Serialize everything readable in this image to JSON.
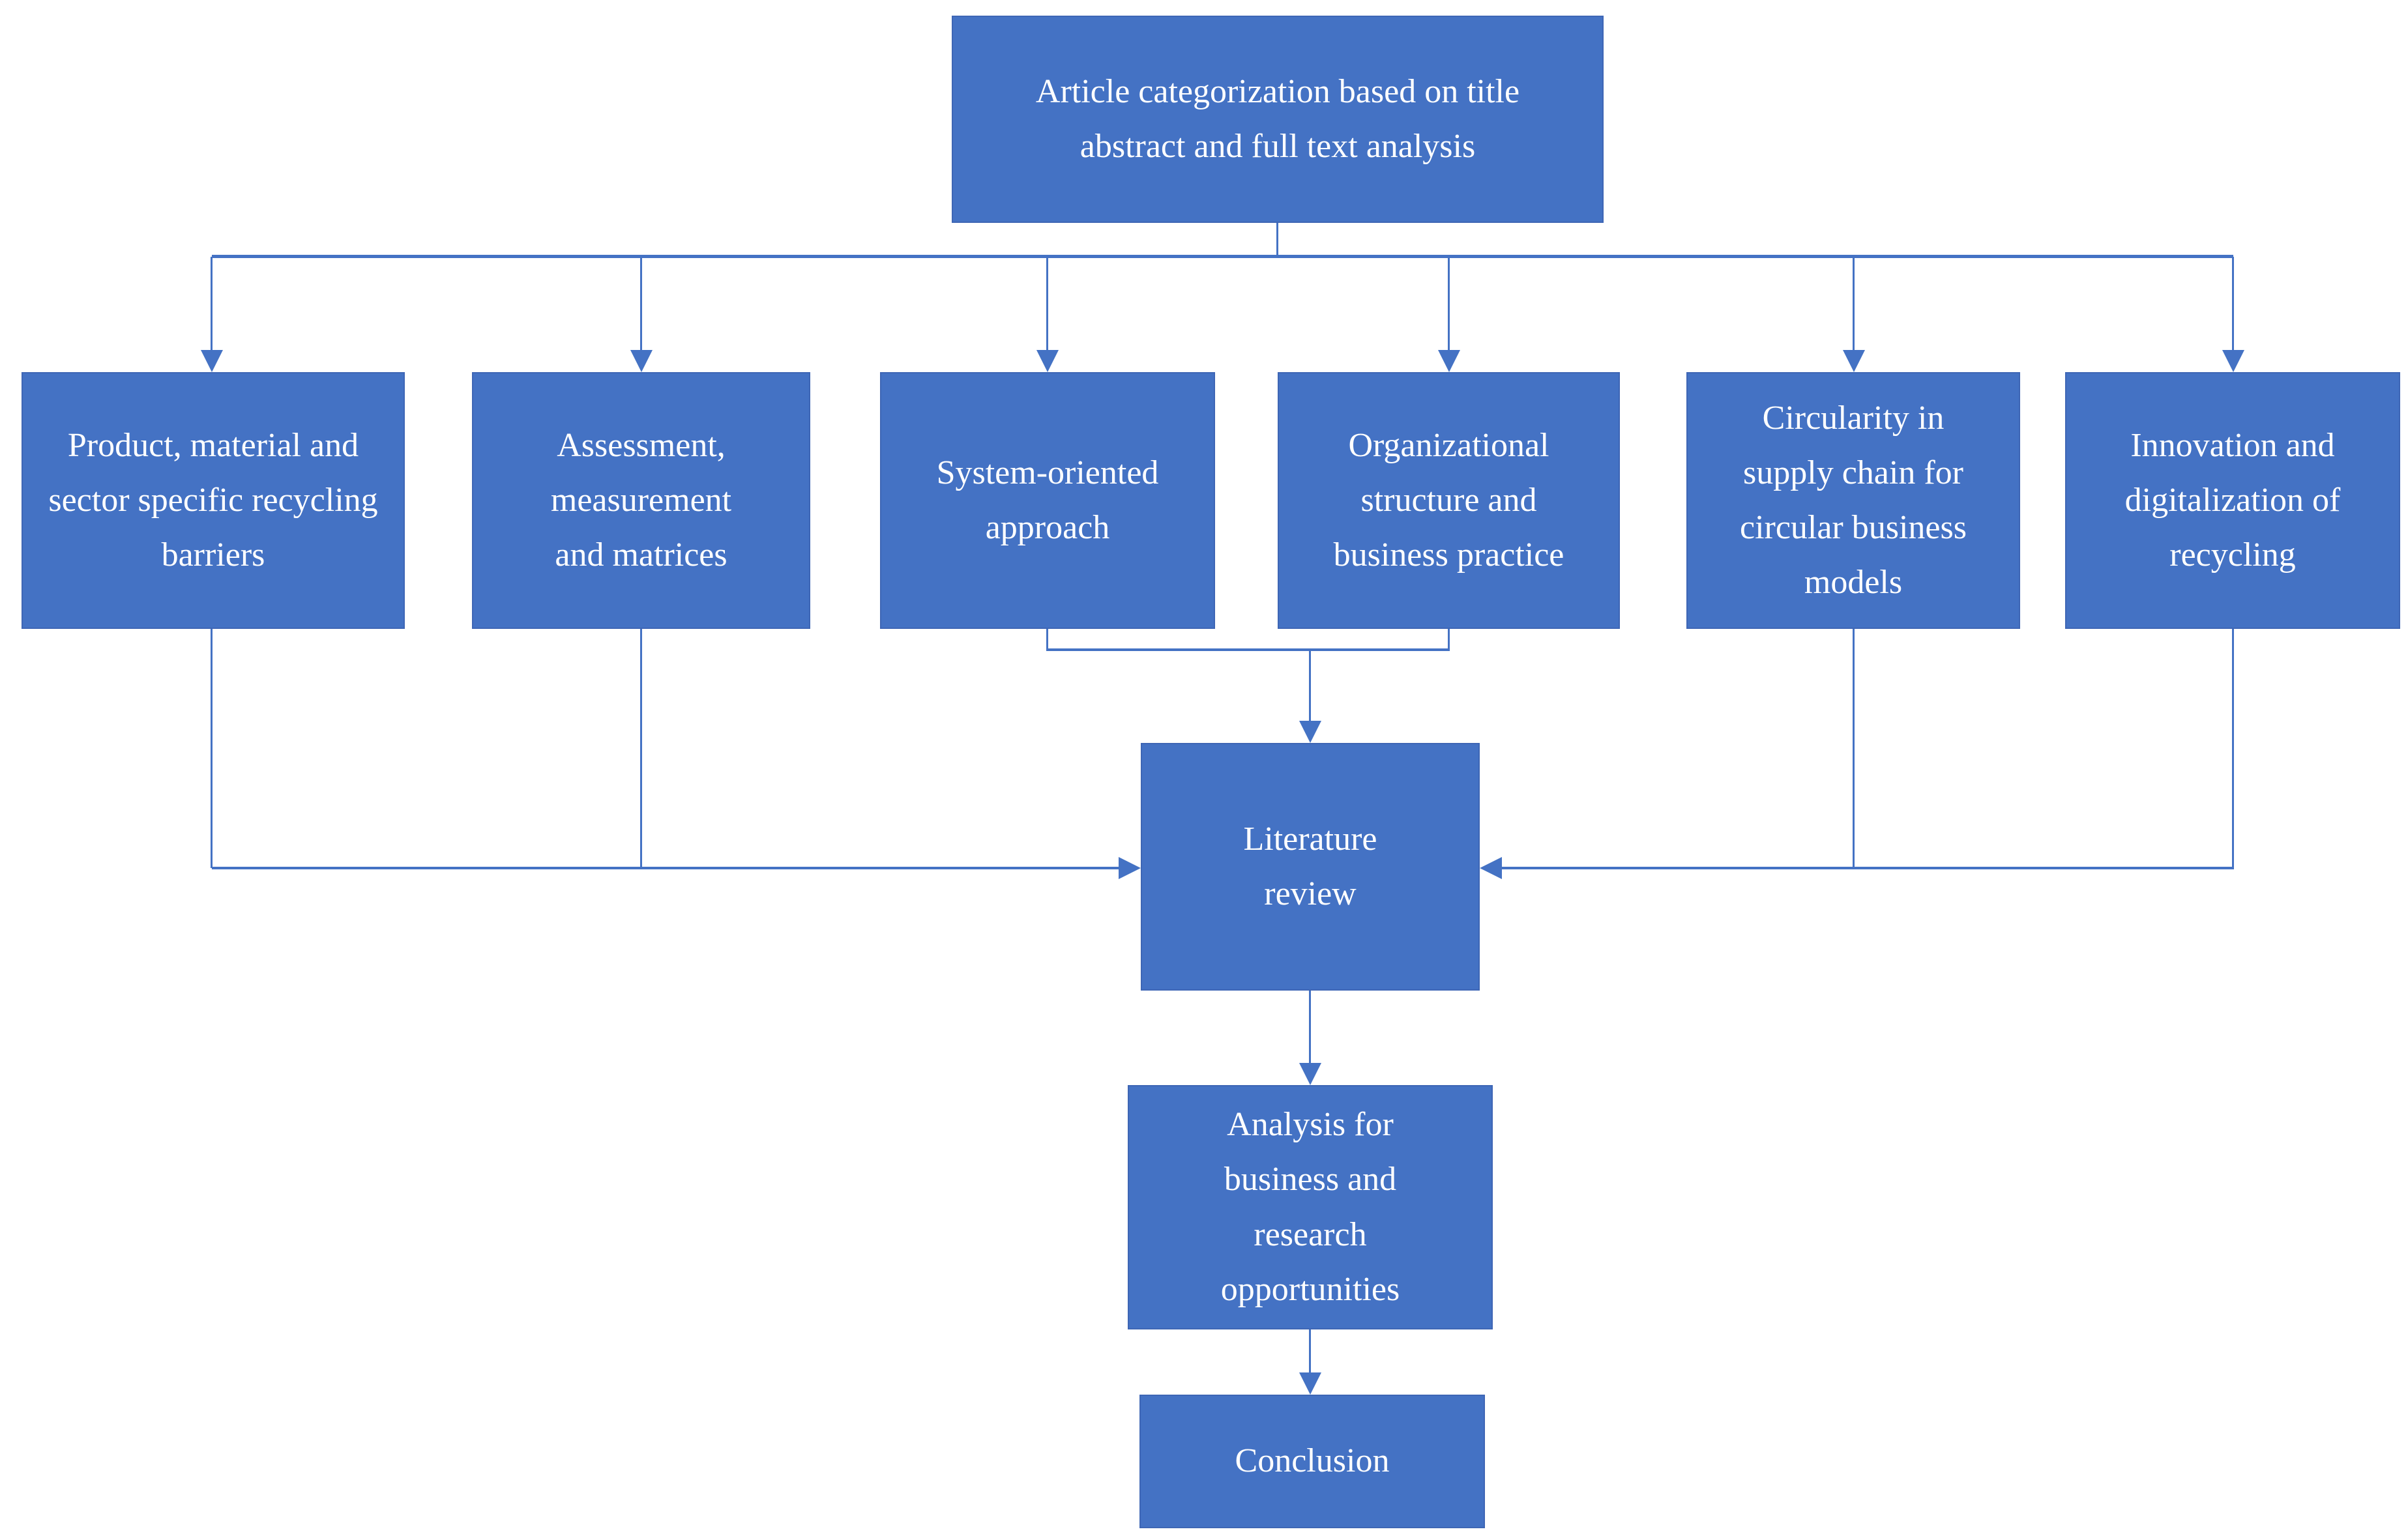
{
  "diagram": {
    "type": "flowchart",
    "root": {
      "label": "Article categorization based on title abstract and full text analysis"
    },
    "categories": [
      {
        "label": "Product, material and sector specific recycling barriers"
      },
      {
        "label": "Assessment, measurement and matrices"
      },
      {
        "label": "System-oriented approach"
      },
      {
        "label": "Organizational structure and business practice"
      },
      {
        "label": "Circularity in supply chain for circular business models"
      },
      {
        "label": "Innovation and digitalization of recycling"
      }
    ],
    "literature": {
      "label": "Literature review"
    },
    "analysis": {
      "label": "Analysis for business and research opportunities"
    },
    "conclusion": {
      "label": "Conclusion"
    },
    "colors": {
      "box_fill": "#4472C4",
      "box_border": "#3E66B5",
      "line": "#4472C4",
      "text": "#FFFFFF",
      "background": "#FFFFFF"
    }
  }
}
